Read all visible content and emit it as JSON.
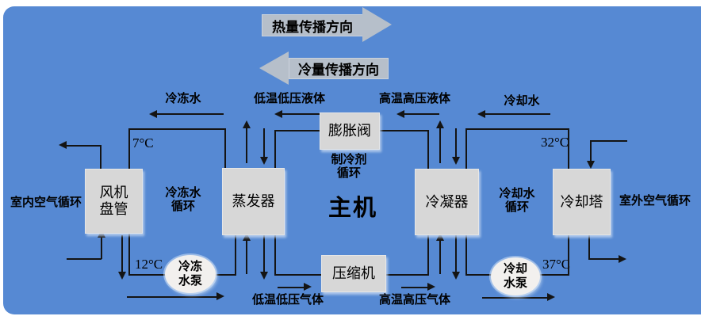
{
  "colors": {
    "background": "#5689D3",
    "box-fill": "#D7D7D7",
    "pump-fill": "#F2F0EE",
    "block-arrow-fill": "#B6BFCA",
    "line": "#141414"
  },
  "direction_arrows": {
    "heat": "热量传播方向",
    "cold": "冷量传播方向"
  },
  "components": {
    "fan_coil": "风机\n盘管",
    "evaporator": "蒸发器",
    "expansion_valve": "膨胀阀",
    "compressor": "压缩机",
    "condenser": "冷凝器",
    "cooling_tower": "冷却塔",
    "main_unit": "主机",
    "chilled_water_pump": "冷冻\n水泵",
    "cooling_water_pump": "冷却\n水泵"
  },
  "pipe_labels": {
    "chilled_water": "冷冻水",
    "low_temp_low_pressure_liquid": "低温低压液体",
    "high_temp_high_pressure_liquid": "高温高压液体",
    "cooling_water": "冷却水",
    "low_temp_low_pressure_gas": "低温低压气体",
    "high_temp_high_pressure_gas": "高温高压气体"
  },
  "loops": {
    "indoor_air": "室内空气循环",
    "chilled_water": "冷冻水\n循环",
    "refrigerant": "制冷剂\n循环",
    "cooling_water": "冷却水\n循环",
    "outdoor_air": "室外空气循环"
  },
  "temperatures": {
    "chilled_supply": "7°C",
    "chilled_return": "12°C",
    "cooling_supply": "32°C",
    "cooling_return": "37°C"
  }
}
